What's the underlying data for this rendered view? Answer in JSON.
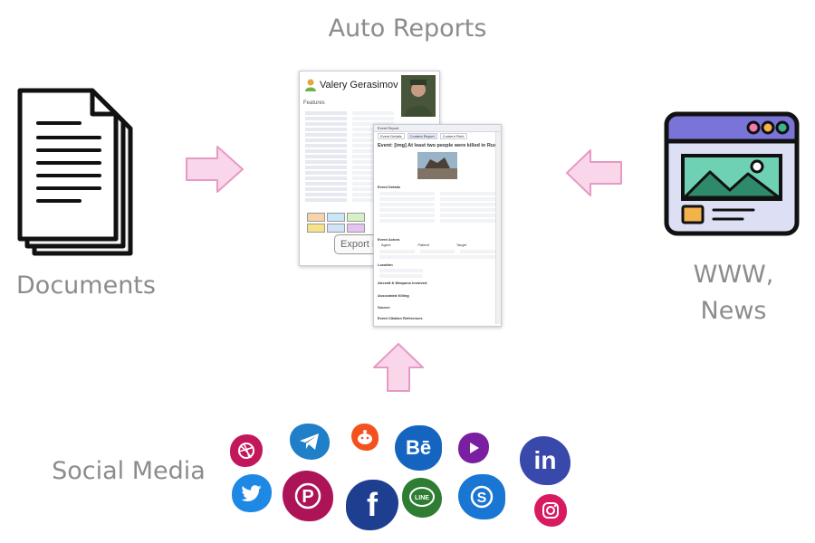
{
  "labels": {
    "title": "Auto Reports",
    "documents": "Documents",
    "www_line1": "WWW,",
    "www_line2": "News",
    "social": "Social Media"
  },
  "report_front": {
    "person_name": "Valery Gerasimov",
    "section": "Features",
    "export_label": "Export F"
  },
  "report_back": {
    "header_tab": "Event Report",
    "tabs": [
      "Event Details",
      "Content Report",
      "Content Field"
    ],
    "event_title": "Event: [img] At least two people were killed in Russian",
    "section_details": "Event Details",
    "section_actors": "Event Actors",
    "actors_headers": [
      "Agent",
      "Patient",
      "Target"
    ],
    "section_location": "Location",
    "section_aircraft": "Aircraft & Weapons involved",
    "section_killing": "Associated Killing",
    "section_source": "Source",
    "section_refs": "Event Citation References"
  },
  "social_icons": [
    "dribbble-icon",
    "telegram-icon",
    "reddit-icon",
    "behance-icon",
    "youtube-icon",
    "linkedin-icon",
    "twitter-icon",
    "pinterest-icon",
    "facebook-icon",
    "line-icon",
    "skype-icon",
    "instagram-icon"
  ],
  "social_text": {
    "behance": "Bē",
    "linkedin": "in",
    "facebook": "f",
    "line": "LINE",
    "pinterest": "P"
  },
  "colors": {
    "arrow_fill": "#f9d6ea",
    "arrow_stroke": "#e79ac3",
    "label_gray": "#8c8c8c"
  }
}
